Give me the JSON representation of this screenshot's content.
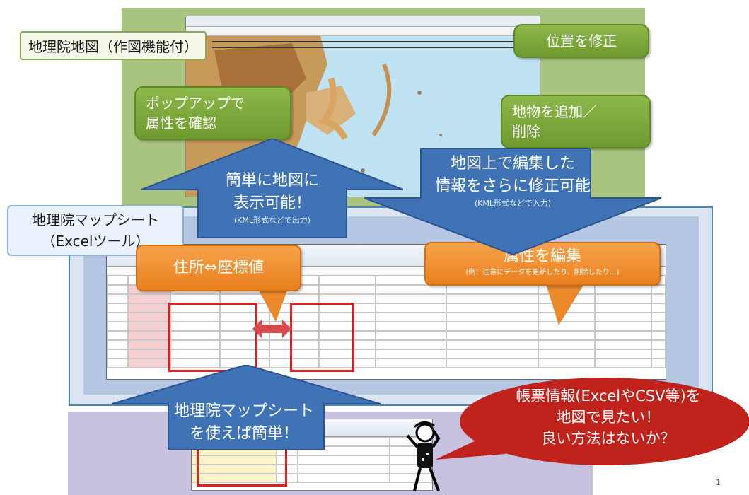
{
  "map_panel": {
    "title": "地理院地図（作図機能付）",
    "callouts": {
      "popup": "ポップアップで\n属性を確認",
      "fix_position": "位置を修正",
      "add_delete": "地物を追加／\n削除"
    }
  },
  "arrows": {
    "up_left": {
      "line1": "簡単に地図に",
      "line2": "表示可能！",
      "sub": "(KML形式などで出力)"
    },
    "down_right": {
      "line1": "地図上で編集した",
      "line2": "情報をさらに修正可能",
      "sub": "(KML形式などで入力)"
    },
    "bottom_up": {
      "line1": "地理院マップシート",
      "line2": "を使えば簡単！"
    }
  },
  "excel_panel": {
    "label_line1": "地理院マップシート",
    "label_line2": "（Excelツール）",
    "callout_address": "住所⇔座標値",
    "callout_attr": "属性を編集",
    "callout_attr_sub": "(例：注意にデータを更新したり、削除したり…)"
  },
  "speech_bubble": {
    "line1": "帳票情報(ExcelやCSV等)を",
    "line2": "地図で見たい！",
    "line3": "良い方法はないか？"
  },
  "page_number": "1",
  "colors": {
    "map_bg": "#a9c47f",
    "excel_bg": "#b6c7e4",
    "bottom_bg": "#c9c1e0",
    "arrow_blue": "#3f73b6",
    "orange": "#ef8f2e",
    "red_bubble": "#c0221c"
  }
}
